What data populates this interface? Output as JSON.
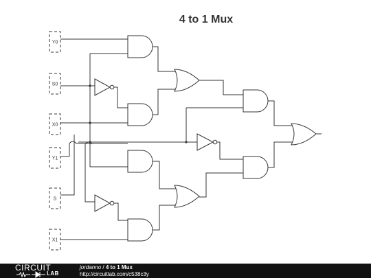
{
  "diagram": {
    "title": "4 to 1 Mux",
    "inputs": [
      {
        "id": "y0",
        "label": "Y0"
      },
      {
        "id": "s0",
        "label": "S0"
      },
      {
        "id": "x0",
        "label": "X0"
      },
      {
        "id": "y1",
        "label": "Y1"
      },
      {
        "id": "s",
        "label": "S"
      },
      {
        "id": "x1",
        "label": "X1"
      }
    ],
    "gates": [
      {
        "id": "and-1",
        "type": "AND"
      },
      {
        "id": "not-1",
        "type": "NOT"
      },
      {
        "id": "and-2",
        "type": "AND"
      },
      {
        "id": "or-1",
        "type": "OR"
      },
      {
        "id": "and-5",
        "type": "AND"
      },
      {
        "id": "not-3",
        "type": "NOT"
      },
      {
        "id": "or-3",
        "type": "OR"
      },
      {
        "id": "and-6",
        "type": "AND"
      },
      {
        "id": "and-3",
        "type": "AND"
      },
      {
        "id": "or-2",
        "type": "OR"
      },
      {
        "id": "not-2",
        "type": "NOT"
      },
      {
        "id": "and-4",
        "type": "AND"
      }
    ]
  },
  "footer": {
    "logo_top": "CIRCUIT",
    "logo_bottom": "LAB",
    "author": "jordanno",
    "separator": " / ",
    "name": "4 to 1 Mux",
    "url": "http://circuitlab.com/c538c3y"
  }
}
